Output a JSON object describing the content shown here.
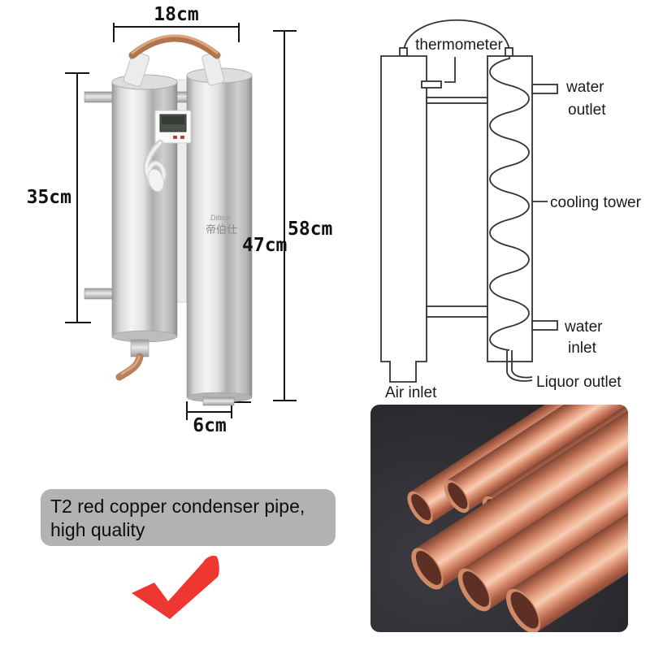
{
  "left_photo": {
    "dim_top_width": "18cm",
    "dim_left_height": "35cm",
    "dim_inner_height": "47cm",
    "dim_total_height": "58cm",
    "dim_bottom_width": "6cm",
    "brand_latin": "Dibosi",
    "brand_cjk": "帝伯仕"
  },
  "diagram": {
    "thermometer": "thermometer",
    "water_outlet_1": "water",
    "water_outlet_2": "outlet",
    "cooling_tower": "cooling tower",
    "water_inlet_1": "water",
    "water_inlet_2": "inlet",
    "liquor_outlet": "Liquor outlet",
    "air_inlet": "Air inlet"
  },
  "callout": {
    "line1": "T2 red copper condenser pipe,",
    "line2": "high quality"
  },
  "colors": {
    "check_red": "#ee3731",
    "callout_bg": "#b2b2b2",
    "copper": "#c97c5f",
    "steel": "#d9d9d9",
    "diagram_line": "#333333"
  }
}
